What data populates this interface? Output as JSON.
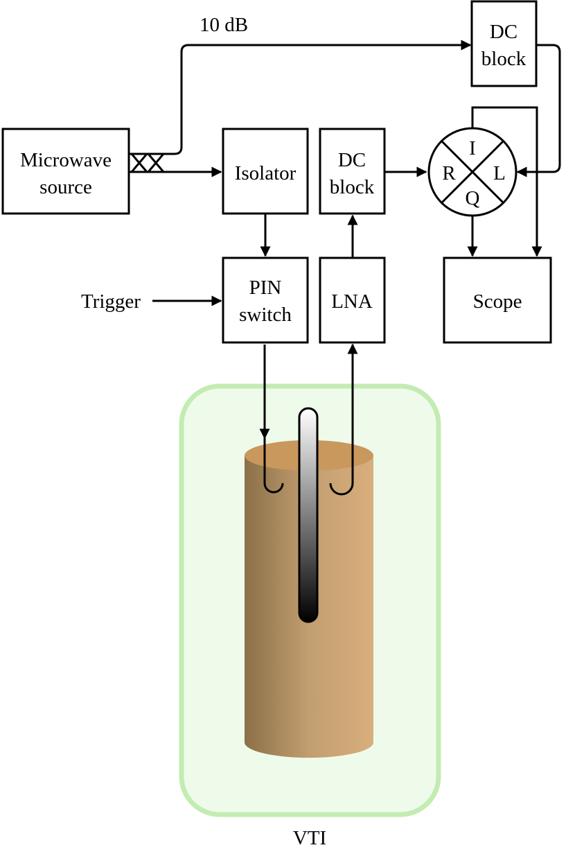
{
  "labels": {
    "attenuation": "10 dB",
    "trigger": "Trigger",
    "vti": "VTI"
  },
  "blocks": {
    "source": {
      "line1": "Microwave",
      "line2": "source"
    },
    "isolator": {
      "line1": "Isolator"
    },
    "dc_block_top": {
      "line1": "DC",
      "line2": "block"
    },
    "dc_block_mid": {
      "line1": "DC",
      "line2": "block"
    },
    "pin_switch": {
      "line1": "PIN",
      "line2": "switch"
    },
    "lna": {
      "line1": "LNA"
    },
    "scope": {
      "line1": "Scope"
    }
  },
  "mixer": {
    "i": "I",
    "q": "Q",
    "r": "R",
    "l": "L"
  },
  "colors": {
    "vti_fill": "#eefbea",
    "vti_stroke": "#c3ecb2",
    "resonator_dark": "#8c7048",
    "resonator_light": "#d7ac79",
    "resonator_top": "#c9985d"
  },
  "icons": {
    "coupler": "directional-coupler-icon",
    "mixer": "iq-mixer-icon",
    "loop": "coupling-loop-icon"
  }
}
